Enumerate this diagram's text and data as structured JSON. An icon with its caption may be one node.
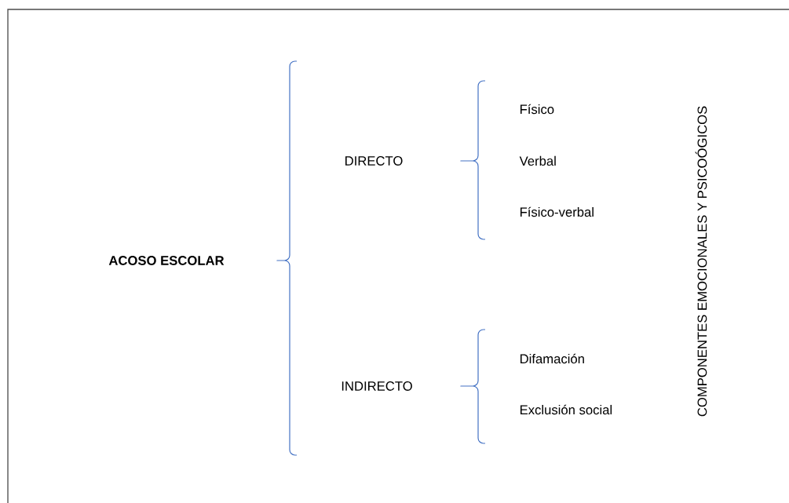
{
  "diagram": {
    "labels": [
      "ACOSO ESCOLAR",
      "DIRECTO",
      "Físico",
      "Verbal",
      "Físico-verbal",
      "INDIRECTO",
      "Difamación",
      "Exclusión social",
      "COMPONENTES EMOCIONALES Y PSICOÓGICOS"
    ]
  }
}
